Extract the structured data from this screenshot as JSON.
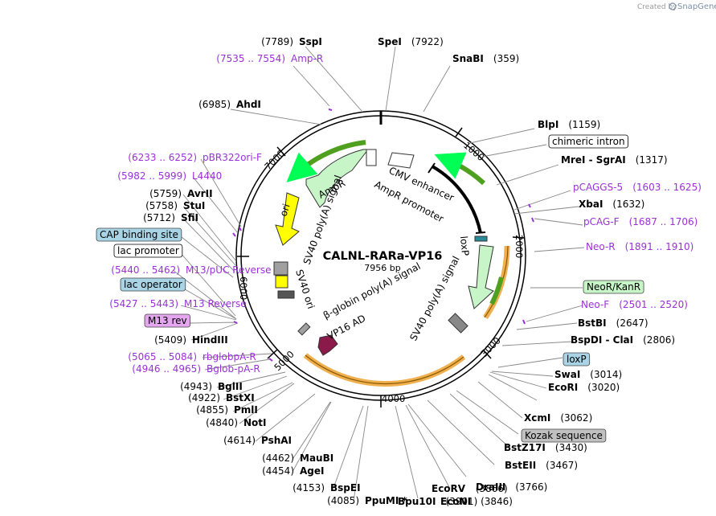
{
  "brand": {
    "created_by": "Created by",
    "name": "SnapGene"
  },
  "plasmid": {
    "name": "CALNL-RARa-VP16",
    "size": "7956 bp",
    "length": 7956
  },
  "ticks": [
    "1000",
    "2000",
    "3000",
    "4000",
    "5000",
    "6000",
    "7000"
  ],
  "sites": [
    {
      "label": "SspI",
      "pos": "(7789)",
      "kind": "enzyme"
    },
    {
      "label": "SpeI",
      "pos": "(7922)",
      "kind": "enzyme"
    },
    {
      "label": "SnaBI",
      "pos": "(359)",
      "kind": "enzyme"
    },
    {
      "label": "Amp-R",
      "pos": "(7535 .. 7554)",
      "kind": "primer"
    },
    {
      "label": "AhdI",
      "pos": "(6985)",
      "kind": "enzyme"
    },
    {
      "label": "BlpI",
      "pos": "(1159)",
      "kind": "enzyme"
    },
    {
      "label": "chimeric intron",
      "kind": "boxed"
    },
    {
      "label": "MreI - SgrAI",
      "pos": "(1317)",
      "kind": "enzyme"
    },
    {
      "label": "pCAGGS-5",
      "pos": "(1603 .. 1625)",
      "kind": "primer"
    },
    {
      "label": "XbaI",
      "pos": "(1632)",
      "kind": "enzyme"
    },
    {
      "label": "pCAG-F",
      "pos": "(1687 .. 1706)",
      "kind": "primer"
    },
    {
      "label": "Neo-R",
      "pos": "(1891 .. 1910)",
      "kind": "primer"
    },
    {
      "label": "NeoR/KanR",
      "kind": "boxed-green"
    },
    {
      "label": "Neo-F",
      "pos": "(2501 .. 2520)",
      "kind": "primer"
    },
    {
      "label": "BstBI",
      "pos": "(2647)",
      "kind": "enzyme"
    },
    {
      "label": "BspDI - ClaI",
      "pos": "(2806)",
      "kind": "enzyme"
    },
    {
      "label": "loxP",
      "kind": "boxed-blue"
    },
    {
      "label": "SwaI",
      "pos": "(3014)",
      "kind": "enzyme"
    },
    {
      "label": "EcoRI",
      "pos": "(3020)",
      "kind": "enzyme"
    },
    {
      "label": "XcmI",
      "pos": "(3062)",
      "kind": "enzyme"
    },
    {
      "label": "Kozak sequence",
      "kind": "boxed-gray"
    },
    {
      "label": "BstZ17I",
      "pos": "(3430)",
      "kind": "enzyme"
    },
    {
      "label": "BstEII",
      "pos": "(3467)",
      "kind": "enzyme"
    },
    {
      "label": "DraIII",
      "pos": "(3766)",
      "kind": "enzyme"
    },
    {
      "label": "EcoNI",
      "pos": "(3846)",
      "kind": "enzyme"
    },
    {
      "label": "EcoRV",
      "pos": "(3866)",
      "kind": "enzyme"
    },
    {
      "label": "Bpu10I",
      "pos": "(3901)",
      "kind": "enzyme"
    },
    {
      "label": "PpuMI *",
      "pos": "(4085)",
      "kind": "enzyme"
    },
    {
      "label": "BspEI",
      "pos": "(4153)",
      "kind": "enzyme"
    },
    {
      "label": "AgeI",
      "pos": "(4454)",
      "kind": "enzyme"
    },
    {
      "label": "MauBI",
      "pos": "(4462)",
      "kind": "enzyme"
    },
    {
      "label": "PshAI",
      "pos": "(4614)",
      "kind": "enzyme"
    },
    {
      "label": "NotI",
      "pos": "(4840)",
      "kind": "enzyme"
    },
    {
      "label": "PmlI",
      "pos": "(4855)",
      "kind": "enzyme"
    },
    {
      "label": "BstXI",
      "pos": "(4922)",
      "kind": "enzyme"
    },
    {
      "label": "BglII",
      "pos": "(4943)",
      "kind": "enzyme"
    },
    {
      "label": "Bglob-pA-R",
      "pos": "(4946 .. 4965)",
      "kind": "primer"
    },
    {
      "label": "rbglobpA-R",
      "pos": "(5065 .. 5084)",
      "kind": "primer"
    },
    {
      "label": "HindIII",
      "pos": "(5409)",
      "kind": "enzyme"
    },
    {
      "label": "M13 rev",
      "kind": "boxed-purple"
    },
    {
      "label": "M13 Reverse",
      "pos": "(5427 .. 5443)",
      "kind": "primer"
    },
    {
      "label": "lac operator",
      "kind": "boxed-blue"
    },
    {
      "label": "M13/pUC Reverse",
      "pos": "(5440 .. 5462)",
      "kind": "primer"
    },
    {
      "label": "lac promoter",
      "kind": "boxed"
    },
    {
      "label": "CAP binding site",
      "kind": "boxed-blue"
    },
    {
      "label": "SfiI",
      "pos": "(5712)",
      "kind": "enzyme"
    },
    {
      "label": "StuI",
      "pos": "(5758)",
      "kind": "enzyme"
    },
    {
      "label": "AvrII",
      "pos": "(5759)",
      "kind": "enzyme"
    },
    {
      "label": "L4440",
      "pos": "(5982 .. 5999)",
      "kind": "primer"
    },
    {
      "label": "pBR322ori-F",
      "pos": "(6233 .. 6252)",
      "kind": "primer"
    }
  ],
  "features": [
    "CMV enhancer",
    "AmpR promoter",
    "AmpR",
    "SV40 poly(A) signal",
    "ori",
    "loxP",
    "SV40 poly(A) signal",
    "SV40 ori",
    "β-globin poly(A) signal",
    "VP16 AD"
  ],
  "colors": {
    "primer": "#9b30d9",
    "ampr": "#c8f5c8",
    "ori": "#ffff00",
    "vp16": "#8b1a4a",
    "highlight_orange": "#f0b050",
    "highlight_green": "#50a020"
  }
}
